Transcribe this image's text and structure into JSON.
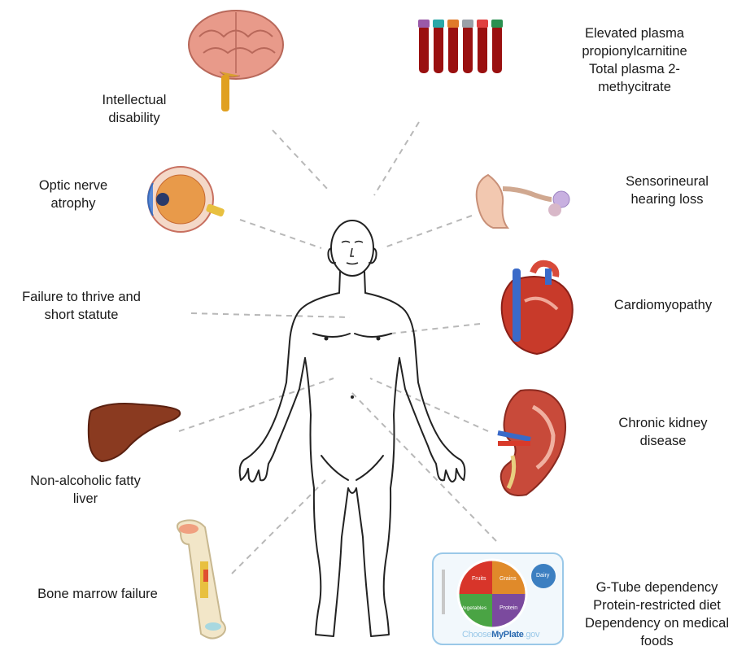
{
  "labels": {
    "intellectual": "Intellectual\ndisability",
    "optic": "Optic nerve\natrophy",
    "failure": "Failure to thrive and\nshort statute",
    "liver": "Non-alcoholic  fatty\nliver",
    "bone": "Bone marrow failure",
    "plasma": "Elevated plasma\npropionylcarnitine\nTotal plasma 2-\nmethycitrate",
    "hearing": "Sensorineural\nhearing loss",
    "cardio": "Cardiomyopathy",
    "kidney": "Chronic kidney\ndisease",
    "diet": "G-Tube dependency\nProtein-restricted diet\nDependency on medical\nfoods"
  },
  "plate": {
    "brand_choose": "Choose",
    "brand_myplate": "MyPlate",
    "brand_gov": ".gov",
    "fruits": "Fruits",
    "grains": "Grains",
    "vegetables": "Vegetables",
    "protein": "Protein",
    "dairy": "Dairy"
  },
  "colors": {
    "connector": "#b8b8b8",
    "outline": "#222222",
    "fruits": "#d8352a",
    "grains": "#e08a2a",
    "vegetables": "#4aa444",
    "protein": "#7b4a9e",
    "dairy": "#3c7fc1"
  }
}
